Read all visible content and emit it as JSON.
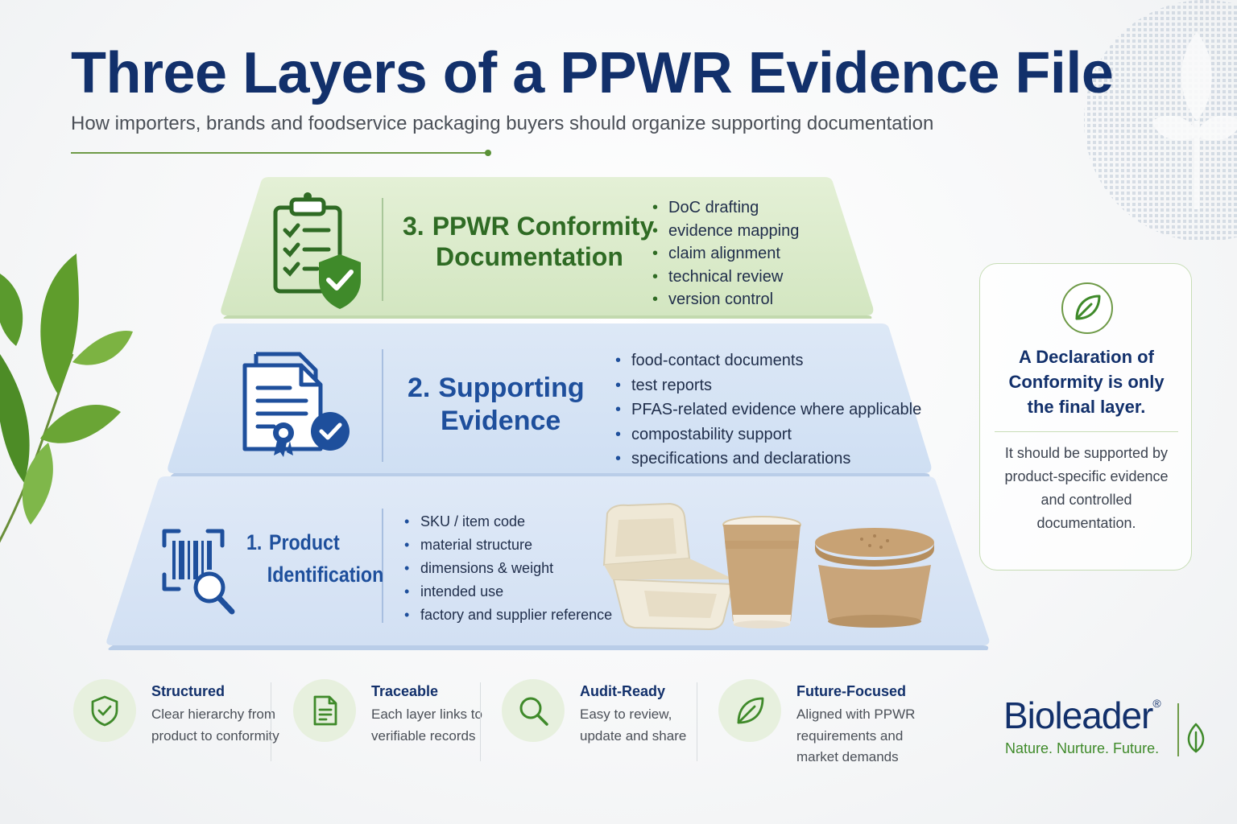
{
  "header": {
    "title": "Three Layers of a PPWR Evidence File",
    "subtitle": "How importers, brands and foodservice packaging buyers should organize supporting documentation"
  },
  "layers": [
    {
      "number": "3.",
      "title_line1": "PPWR Conformity",
      "title_line2": "Documentation",
      "icon": "clipboard-shield-check-icon",
      "items": [
        "DoC drafting",
        "evidence mapping",
        "claim alignment",
        "technical review",
        "version control"
      ]
    },
    {
      "number": "2.",
      "title_line1": "Supporting",
      "title_line2": "Evidence",
      "icon": "certified-documents-icon",
      "items": [
        "food-contact documents",
        "test reports",
        "PFAS-related evidence where applicable",
        "compostability support",
        "specifications and declarations"
      ]
    },
    {
      "number": "1.",
      "title_line1": "Product",
      "title_line2": "Identification",
      "icon": "barcode-search-icon",
      "items": [
        "SKU / item code",
        "material structure",
        "dimensions & weight",
        "intended use",
        "factory and supplier reference"
      ]
    }
  ],
  "side_card": {
    "icon": "leaf-icon",
    "title": "A Declaration of Conformity is only the final layer.",
    "body": "It should be supported by product-specific evidence and controlled documentation."
  },
  "features": [
    {
      "icon": "shield-check-icon",
      "title": "Structured",
      "body": "Clear hierarchy from product to conformity"
    },
    {
      "icon": "document-icon",
      "title": "Traceable",
      "body": "Each layer links to verifiable records"
    },
    {
      "icon": "magnifier-icon",
      "title": "Audit-Ready",
      "body": "Easy to review, update and share"
    },
    {
      "icon": "leaf-icon",
      "title": "Future-Focused",
      "body": "Aligned with PPWR requirements and market demands"
    }
  ],
  "brand": {
    "name": "Bioleader",
    "mark": "®",
    "tagline": "Nature. Nurture. Future."
  },
  "colors": {
    "navy": "#12306b",
    "green": "#2f6b24",
    "blue": "#1e4f9c",
    "layer3_fill": "#dcebcb",
    "layer2_fill": "#d5e3f5",
    "layer1_fill": "#dbe7f6"
  }
}
